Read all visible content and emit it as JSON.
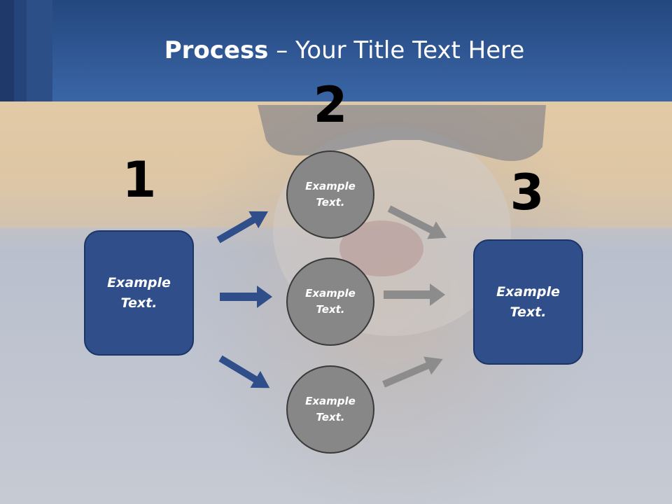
{
  "slide": {
    "title_bold": "Process",
    "title_rest": " – Your Title Text Here",
    "header_color": "#2f5597",
    "box_color": "#2f4e8a",
    "circle_color": "#878787",
    "arrow_blue": "#2f4e8a",
    "arrow_gray": "#8c8c8c"
  },
  "steps": {
    "one": {
      "number": "1",
      "label": "Example Text."
    },
    "two": {
      "number": "2",
      "circles": [
        {
          "label": "Example Text."
        },
        {
          "label": "Example Text."
        },
        {
          "label": "Example Text."
        }
      ]
    },
    "three": {
      "number": "3",
      "label": "Example Text."
    }
  }
}
